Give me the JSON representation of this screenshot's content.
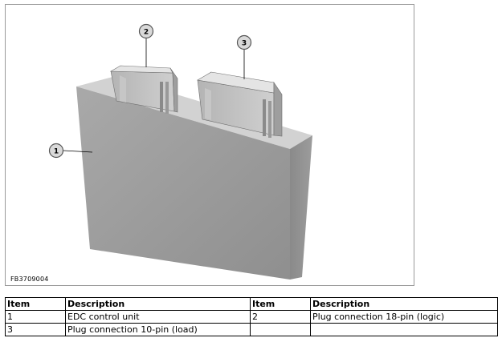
{
  "figure": {
    "id": "FB3709004",
    "callouts": [
      "1",
      "2",
      "3"
    ]
  },
  "legend": {
    "headers": [
      "Item",
      "Description",
      "Item",
      "Description"
    ],
    "rows": [
      [
        "1",
        "EDC control unit",
        "2",
        "Plug connection 18-pin (logic)"
      ],
      [
        "3",
        "Plug connection 10-pin (load)",
        "",
        ""
      ]
    ]
  }
}
